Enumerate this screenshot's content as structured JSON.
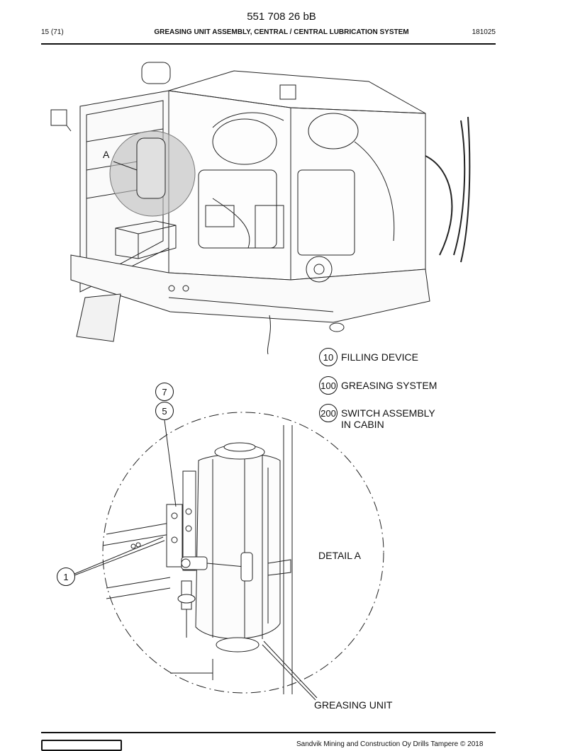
{
  "header": {
    "doc_number": "551 708 26 bB",
    "page_number": "15 (71)",
    "title": "GREASING UNIT ASSEMBLY, CENTRAL / CENTRAL LUBRICATION SYSTEM",
    "date": "181025"
  },
  "drawing": {
    "view_marker": "A",
    "detail_label": "DETAIL A",
    "greasing_unit_label": "GREASING UNIT"
  },
  "legend": [
    {
      "no": "10",
      "text": "FILLING DEVICE"
    },
    {
      "no": "100",
      "text": "GREASING SYSTEM"
    },
    {
      "no": "200",
      "text": "SWITCH ASSEMBLY",
      "text2": "IN CABIN"
    }
  ],
  "callouts": [
    "7",
    "5",
    "1"
  ],
  "footer": {
    "copyright": "Sandvik Mining and Construction Oy Drills Tampere © 2018"
  }
}
